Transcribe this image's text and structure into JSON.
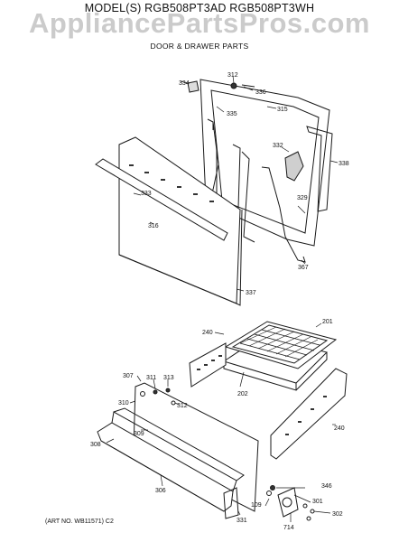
{
  "header": {
    "model_line": "MODEL(S) RGB508PT3AD  RGB508PT3WH",
    "subtitle": "DOOR & DRAWER PARTS"
  },
  "watermark": "AppliancePartsPros.com",
  "footer": {
    "art_no": "(ART NO. WB11571) C2"
  },
  "callouts": {
    "p334": "334",
    "p312": "312",
    "p336": "336",
    "p335": "335",
    "p315": "315",
    "p332": "332",
    "p338": "338",
    "p333": "333",
    "p329": "329",
    "p316": "316",
    "p367": "367",
    "p337": "337",
    "p240a": "240",
    "p201": "201",
    "p307": "307",
    "p311": "311",
    "p313": "313",
    "p312b": "312",
    "p202": "202",
    "p310": "310",
    "p309": "309",
    "p308": "308",
    "p240b": "240",
    "p306": "306",
    "p346": "346",
    "p301": "301",
    "p109": "109",
    "p302": "302",
    "p331": "331",
    "p714": "714"
  }
}
